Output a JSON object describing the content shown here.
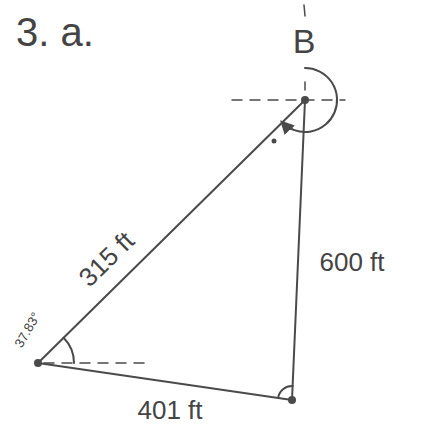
{
  "diagram": {
    "title": "3. a.",
    "labels": [
      "B",
      "315 ft",
      "600 ft",
      "401 ft",
      "37.83°"
    ]
  }
}
